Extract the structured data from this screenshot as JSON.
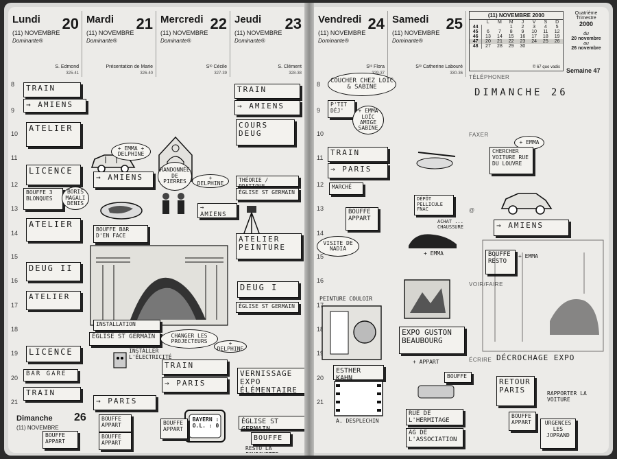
{
  "days_left": [
    {
      "name": "Lundi",
      "num": "20",
      "month": "(11) NOVEMBRE",
      "plan": "Dominante®",
      "feast": "S. Edmond",
      "year": "325-41"
    },
    {
      "name": "Mardi",
      "num": "21",
      "month": "(11) NOVEMBRE",
      "plan": "Dominante®",
      "feast": "Présentation de Marie",
      "year": "326-40"
    },
    {
      "name": "Mercredi",
      "num": "22",
      "month": "(11) NOVEMBRE",
      "plan": "Dominante®",
      "feast": "Sᵗᵉ Cécile",
      "year": "327-39"
    },
    {
      "name": "Jeudi",
      "num": "23",
      "month": "(11) NOVEMBRE",
      "plan": "Dominante®",
      "feast": "S. Clément",
      "year": "328-38"
    }
  ],
  "days_right": [
    {
      "name": "Vendredi",
      "num": "24",
      "month": "(11) NOVEMBRE",
      "plan": "Dominante®",
      "feast": "Sᵗᵉ Flora",
      "year": "329-37"
    },
    {
      "name": "Samedi",
      "num": "25",
      "month": "(11) NOVEMBRE",
      "plan": "Dominante®",
      "feast": "Sᵗᵉ Catherine Labouré",
      "year": "330-36"
    }
  ],
  "mini_calendar": {
    "title": "(11) NOVEMBRE 2000",
    "headers": [
      "",
      "L",
      "M",
      "M",
      "J",
      "V",
      "S",
      "D"
    ],
    "rows": [
      [
        "44",
        "",
        "",
        "1",
        "2",
        "3",
        "4",
        "5"
      ],
      [
        "45",
        "6",
        "7",
        "8",
        "9",
        "10",
        "11",
        "12"
      ],
      [
        "46",
        "13",
        "14",
        "15",
        "16",
        "17",
        "18",
        "19"
      ],
      [
        "47",
        "20",
        "21",
        "22",
        "23",
        "24",
        "25",
        "26"
      ],
      [
        "48",
        "27",
        "28",
        "29",
        "30",
        "",
        "",
        ""
      ]
    ],
    "note": "© 67 quo vadis"
  },
  "trimestre": {
    "line1": "Quatrième Trimestre",
    "year": "2000",
    "du": "du",
    "from": "20 novembre",
    "au": "au",
    "to": "26 novembre"
  },
  "semaine": "Semaine 47",
  "side_labels": {
    "telephoner": "TÉLÉPHONER",
    "faxer": "FAXER",
    "a": "@",
    "voir": "VOIR/FAIRE",
    "ecrire": "ÉCRIRE"
  },
  "dimanche_bottom": {
    "name": "Dimanche",
    "num": "26",
    "month": "(11) NOVEMBRE"
  },
  "hours": [
    "8",
    "9",
    "10",
    "11",
    "12",
    "13",
    "14",
    "15",
    "16",
    "17",
    "18",
    "19",
    "20",
    "21"
  ],
  "entries": {
    "lundi": [
      "TRAIN",
      "→ AMIENS",
      "ATELIER",
      "LICENCE",
      "BOUFFE 3 BLONQUES",
      "ATELIER",
      "DEUG II",
      "ATELIER",
      "LICENCE",
      "BAR GARE",
      "TRAIN",
      "BOUFFE APPART"
    ],
    "mardi": [
      "+ EMMA + DELPHINE",
      "→ AMIENS",
      "BOUFFE BAR D'EN FACE",
      "INSTALLATION",
      "ÉGLISE ST GERMAIN",
      "INSTALLER L'ÉLECTRICITÉ",
      "→ PARIS",
      "BOUFFE APPART",
      "BOUFFE APPART"
    ],
    "mercredi": [
      "RANDONNÉE DE PIERRES",
      "+ DELPHINE",
      "→ AMIENS",
      "CHANGER LES PROJECTEURS",
      "+ DELPHINE",
      "TRAIN",
      "→ PARIS",
      "BAYERN : O.L. : 0",
      "BOUFFE APPART"
    ],
    "jeudi": [
      "TRAIN",
      "→ AMIENS",
      "COURS DEUG",
      "THÉORIE / PRATIQUE",
      "ÉGLISE ST GERMAIN",
      "ATELIER PEINTURE",
      "DEUG I",
      "ÉGLISE ST GERMAIN",
      "VERNISSAGE EXPO ÉLÉMENTAIRE",
      "ÉGLISE ST GERMAIN",
      "BOUFFE",
      "RESTO LA FOURCHETTE"
    ],
    "vendredi": [
      "COUCHER CHEZ LOÏC & SABINE",
      "P'TIT DÉJ'",
      "TRAIN",
      "→ PARIS",
      "MARCHÉ",
      "BOUFFE APPART",
      "VISITE DE NADIA",
      "PEINTURE COULOIR",
      "ESTHER KAHN",
      "A. DESPLECHIN"
    ],
    "samedi": [
      "DÉPÔT PELLICULE FNAC",
      "ACHAT ... CHAUSSURE",
      "+ EMMA",
      "EXPO GUSTON BEAUBOURG",
      "+ APPART",
      "BOUFFE",
      "RUE DE L'HERMITAGE",
      "AG DE L'ASSOCIATION"
    ],
    "dimanche": [
      "DIMANCHE 26",
      "+ EMMA",
      "CHERCHER VOITURE RUE DU LOUVRE",
      "→ AMIENS",
      "BOUFFE RESTO",
      "+ EMMA",
      "DÉCROCHAGE EXPO",
      "RETOUR PARIS",
      "RAPPORTER LA VOITURE",
      "BOUFFE APPART",
      "URGENCES LES JOPRAND"
    ]
  }
}
